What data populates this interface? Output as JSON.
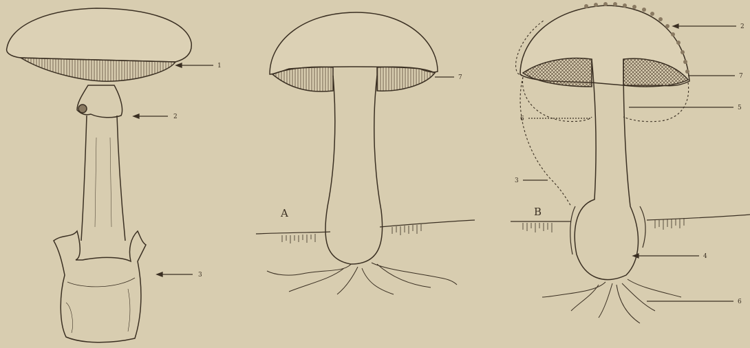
{
  "figures": [
    {
      "id": "left",
      "letter": ""
    },
    {
      "id": "mid",
      "letter": "A"
    },
    {
      "id": "right",
      "letter": "B"
    }
  ],
  "callouts": {
    "left_cap": "1",
    "left_ring": "2",
    "left_volva": "3",
    "mid_gills": "7",
    "right_warts": "2",
    "right_gills": "7",
    "right_stem": "5",
    "right_inner": "6",
    "right_veil": "3",
    "right_bulb": "4",
    "right_mycelium": "6"
  },
  "colors": {
    "paper": "#d8cdb0",
    "ink": "#3a2f22",
    "hatch": "#5a4a38"
  }
}
